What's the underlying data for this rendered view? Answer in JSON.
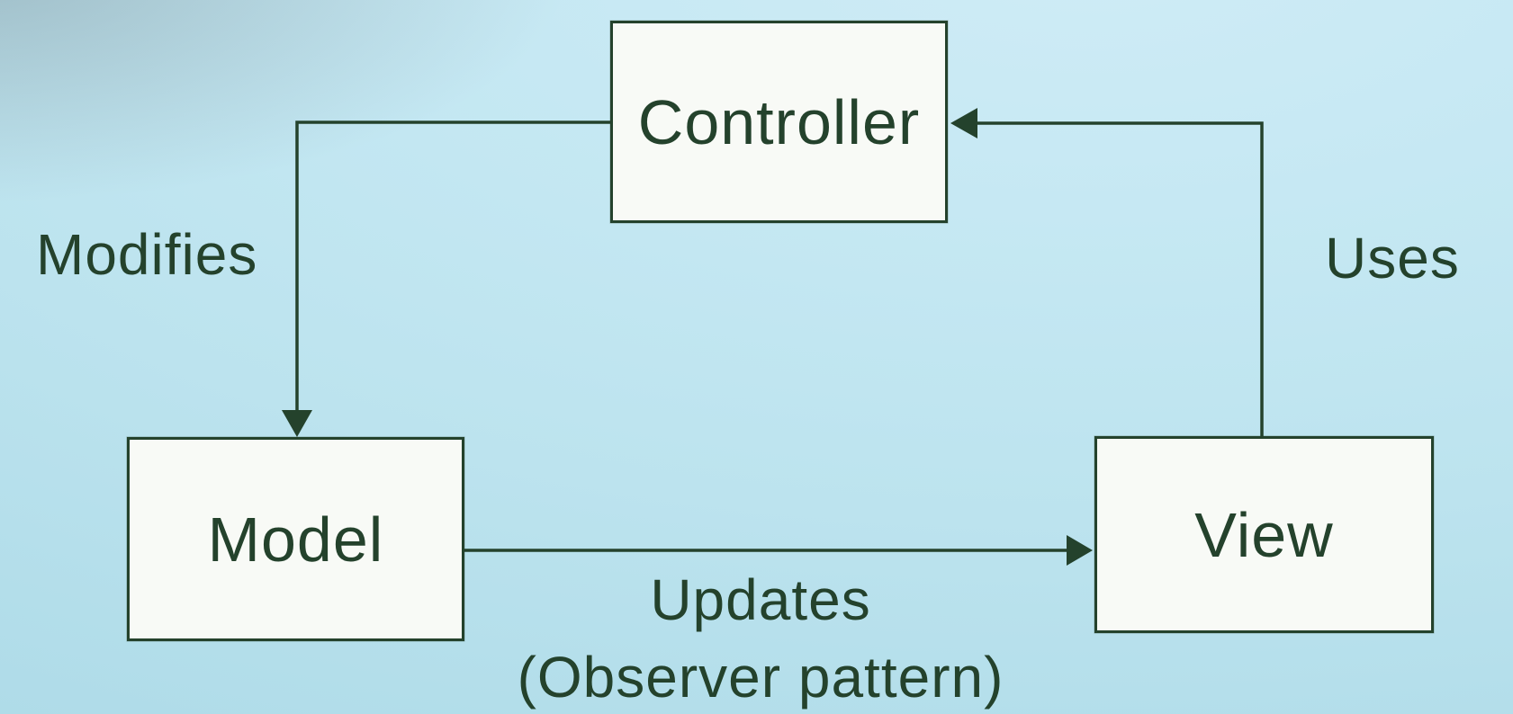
{
  "diagram": {
    "nodes": {
      "controller": {
        "label": "Controller"
      },
      "model": {
        "label": "Model"
      },
      "view": {
        "label": "View"
      }
    },
    "edges": {
      "modifies": {
        "label": "Modifies",
        "from": "Controller",
        "to": "Model"
      },
      "updates": {
        "label": "Updates",
        "sublabel": "(Observer pattern)",
        "from": "Model",
        "to": "View"
      },
      "uses": {
        "label": "Uses",
        "from": "View",
        "to": "Controller"
      }
    },
    "colors": {
      "background": "#bce3ee",
      "node_fill": "#f8faf6",
      "stroke": "#24422c",
      "text": "#24422c"
    }
  }
}
